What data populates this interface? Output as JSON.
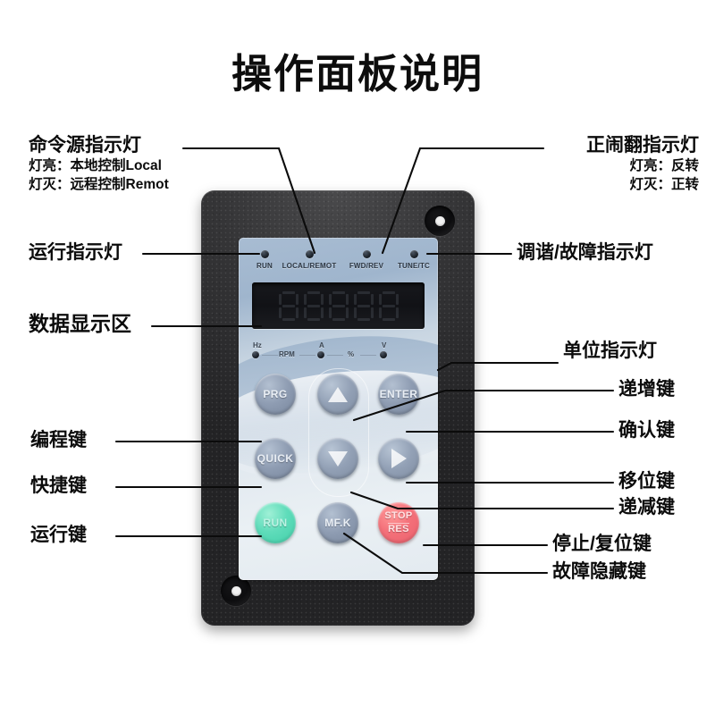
{
  "title": "操作面板说明",
  "annotations": {
    "left": [
      {
        "id": "command-source-indicator",
        "main": "命令源指示灯",
        "sub": [
          "灯亮：本地控制Local",
          "灯灭：远程控制Remot"
        ]
      },
      {
        "id": "run-indicator",
        "main": "运行指示灯",
        "sub": []
      },
      {
        "id": "data-display-area",
        "main": "数据显示区",
        "sub": []
      },
      {
        "id": "program-key",
        "main": "编程键",
        "sub": []
      },
      {
        "id": "shortcut-key",
        "main": "快捷键",
        "sub": []
      },
      {
        "id": "run-key",
        "main": "运行键",
        "sub": []
      }
    ],
    "right": [
      {
        "id": "forward-reverse-indicator",
        "main": "正闹翻指示灯",
        "sub": [
          "灯亮：反转",
          "灯灭：正转"
        ]
      },
      {
        "id": "tune-fault-indicator",
        "main": "调谐/故障指示灯",
        "sub": []
      },
      {
        "id": "unit-indicator",
        "main": "单位指示灯",
        "sub": []
      },
      {
        "id": "increment-key",
        "main": "递增键",
        "sub": []
      },
      {
        "id": "confirm-key",
        "main": "确认键",
        "sub": []
      },
      {
        "id": "shift-key",
        "main": "移位键",
        "sub": []
      },
      {
        "id": "decrement-key",
        "main": "递减键",
        "sub": []
      },
      {
        "id": "stop-reset-key",
        "main": "停止/复位键",
        "sub": []
      },
      {
        "id": "fault-hide-key",
        "main": "故障隐藏键",
        "sub": []
      }
    ]
  },
  "panel": {
    "status_leds": [
      {
        "label": "RUN"
      },
      {
        "label": "LOCAL/REMOT"
      },
      {
        "label": "FWD/REV"
      },
      {
        "label": "TUNE/TC"
      }
    ],
    "display": {
      "digit_count": 5,
      "state": "off"
    },
    "unit_indicators": [
      {
        "label": "Hz",
        "type": "led-with-cap"
      },
      {
        "label": "RPM",
        "type": "text"
      },
      {
        "label": "A",
        "type": "led-with-cap"
      },
      {
        "label": "%",
        "type": "text"
      },
      {
        "label": "V",
        "type": "led-with-cap"
      }
    ],
    "buttons": [
      {
        "id": "prg",
        "label": "PRG",
        "style": "gray"
      },
      {
        "id": "enter",
        "label": "ENTER",
        "style": "gray"
      },
      {
        "id": "up",
        "label": "",
        "style": "arrow",
        "glyph": "triangle-up"
      },
      {
        "id": "quick",
        "label": "QUICK",
        "style": "gray"
      },
      {
        "id": "shift",
        "label": "",
        "style": "arrow",
        "glyph": "triangle-right"
      },
      {
        "id": "down",
        "label": "",
        "style": "arrow",
        "glyph": "triangle-down"
      },
      {
        "id": "run",
        "label": "RUN",
        "style": "green"
      },
      {
        "id": "mfk",
        "label": "MF.K",
        "style": "gray"
      },
      {
        "id": "stop",
        "label": "STOP",
        "label2": "RES",
        "style": "red"
      }
    ]
  },
  "colors": {
    "run_green": "#41cfa9",
    "stop_red": "#ea5f6c",
    "face_blue": "#c9d6e2",
    "housing_black": "#2c2c2e",
    "leader": "#0b0b0b"
  }
}
